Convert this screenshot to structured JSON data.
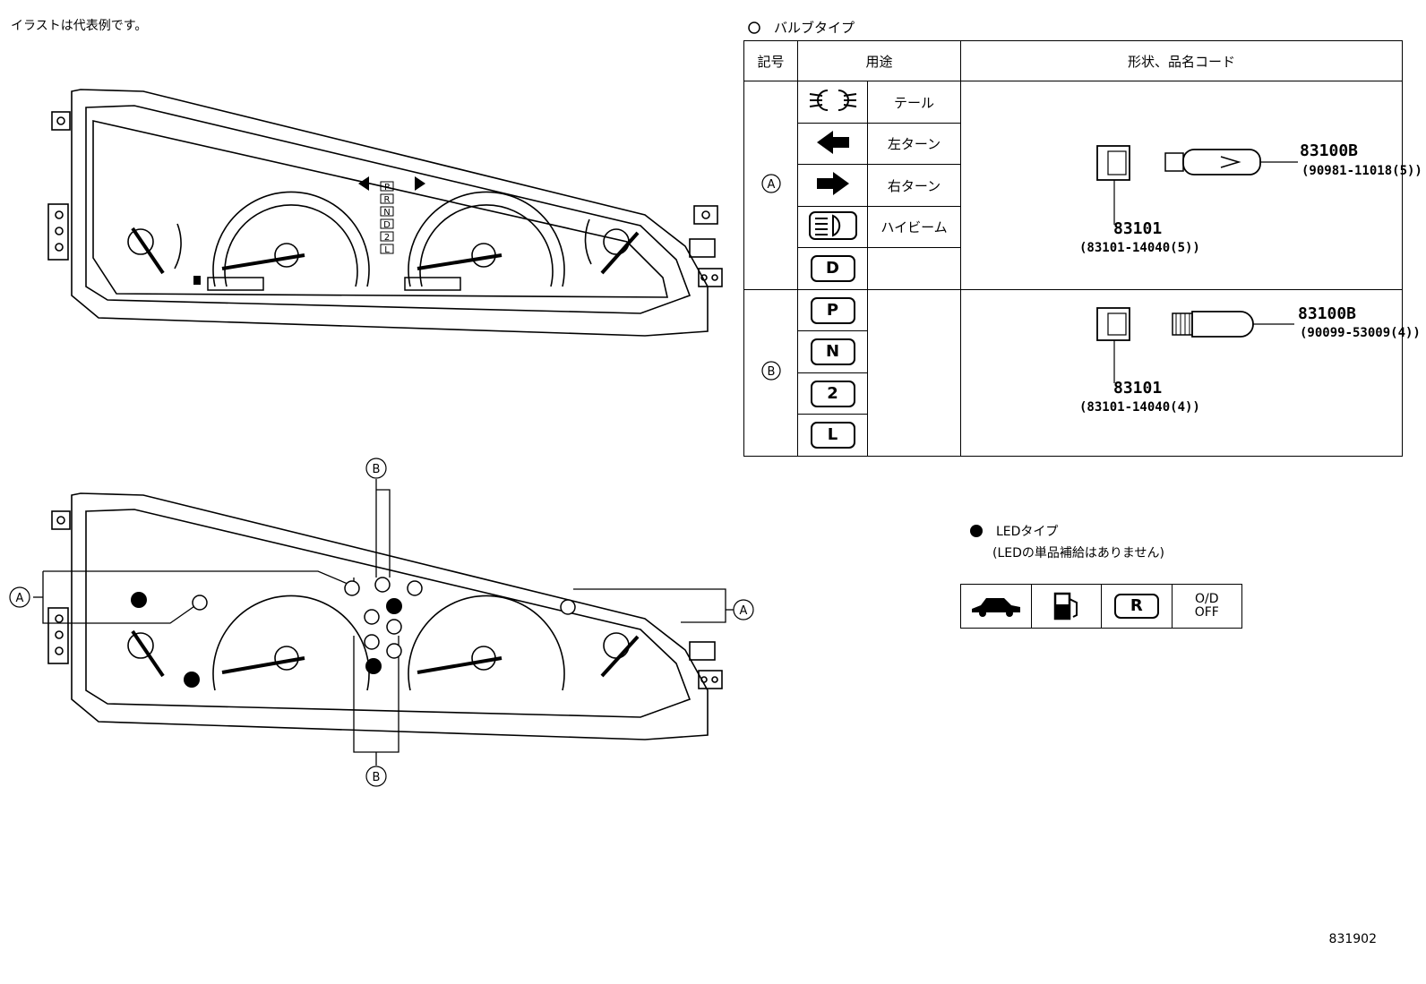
{
  "note": "イラストは代表例です。",
  "bulb_legend": {
    "symbol": "○",
    "label": "バルブタイプ"
  },
  "table": {
    "headers": [
      "記号",
      "用途",
      "形状、品名コード"
    ],
    "groups": [
      {
        "symbol": "Ⓐ",
        "rows": [
          {
            "icon": "tail-light-icon",
            "label": "テール"
          },
          {
            "icon": "left-turn-icon",
            "label": "左ターン"
          },
          {
            "icon": "right-turn-icon",
            "label": "右ターン"
          },
          {
            "icon": "high-beam-icon",
            "label": "ハイビーム"
          },
          {
            "icon": "d-indicator-icon",
            "label": ""
          }
        ],
        "bulb_part": "83100B",
        "bulb_code": "(90981-11018(5))",
        "socket_part": "83101",
        "socket_code": "(83101-14040(5))"
      },
      {
        "symbol": "Ⓑ",
        "rows": [
          {
            "icon": "p-indicator-icon",
            "label": ""
          },
          {
            "icon": "n-indicator-icon",
            "label": ""
          },
          {
            "icon": "2-indicator-icon",
            "label": ""
          },
          {
            "icon": "l-indicator-icon",
            "label": ""
          }
        ],
        "bulb_part": "83100B",
        "bulb_code": "(90099-53009(4))",
        "socket_part": "83101",
        "socket_code": "(83101-14040(4))"
      }
    ]
  },
  "led_legend": {
    "symbol": "●",
    "label": "LEDタイプ",
    "sublabel": "(LEDの単品補給はありません)",
    "items": [
      {
        "icon": "car-icon",
        "text": ""
      },
      {
        "icon": "fuel-pump-icon",
        "text": ""
      },
      {
        "icon": "r-indicator-icon",
        "text": ""
      },
      {
        "icon": "od-off-indicator",
        "text": "O/D\nOFF"
      }
    ]
  },
  "gear_letters": [
    "P",
    "R",
    "N",
    "D",
    "2",
    "L"
  ],
  "indicator_letters": {
    "D": "D",
    "P": "P",
    "N": "N",
    "2": "2",
    "L": "L",
    "R": "R"
  },
  "callouts": {
    "A": "A",
    "B": "B"
  },
  "diagram_id": "831902"
}
